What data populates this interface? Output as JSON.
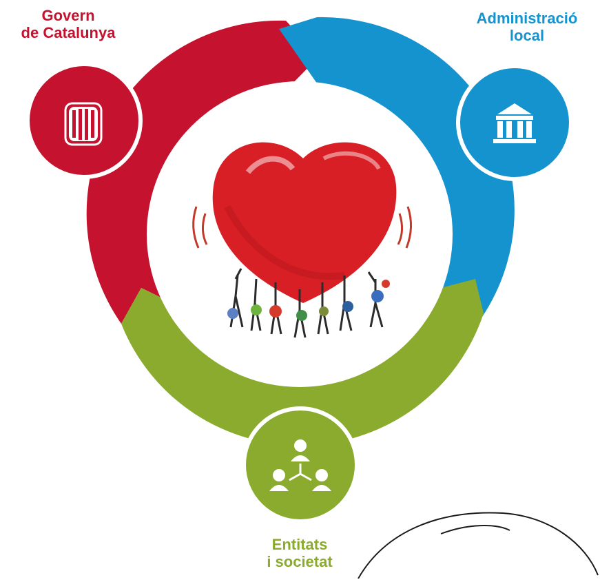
{
  "colors": {
    "govern": "#c4122f",
    "administracio": "#1593cf",
    "entitats": "#8aab2d",
    "heart": "#d91f26"
  },
  "nodes": {
    "govern": {
      "line1": "Govern",
      "line2": "de Catalunya",
      "icon": "catalan-flag-shield-icon"
    },
    "administracio": {
      "line1": "Administració",
      "line2": "local",
      "icon": "town-hall-building-icon"
    },
    "entitats": {
      "line1": "Entitats",
      "line2": "i societat",
      "icon": "people-network-icon"
    }
  },
  "center": {
    "illustration": "people-lifting-heart-illustration"
  }
}
